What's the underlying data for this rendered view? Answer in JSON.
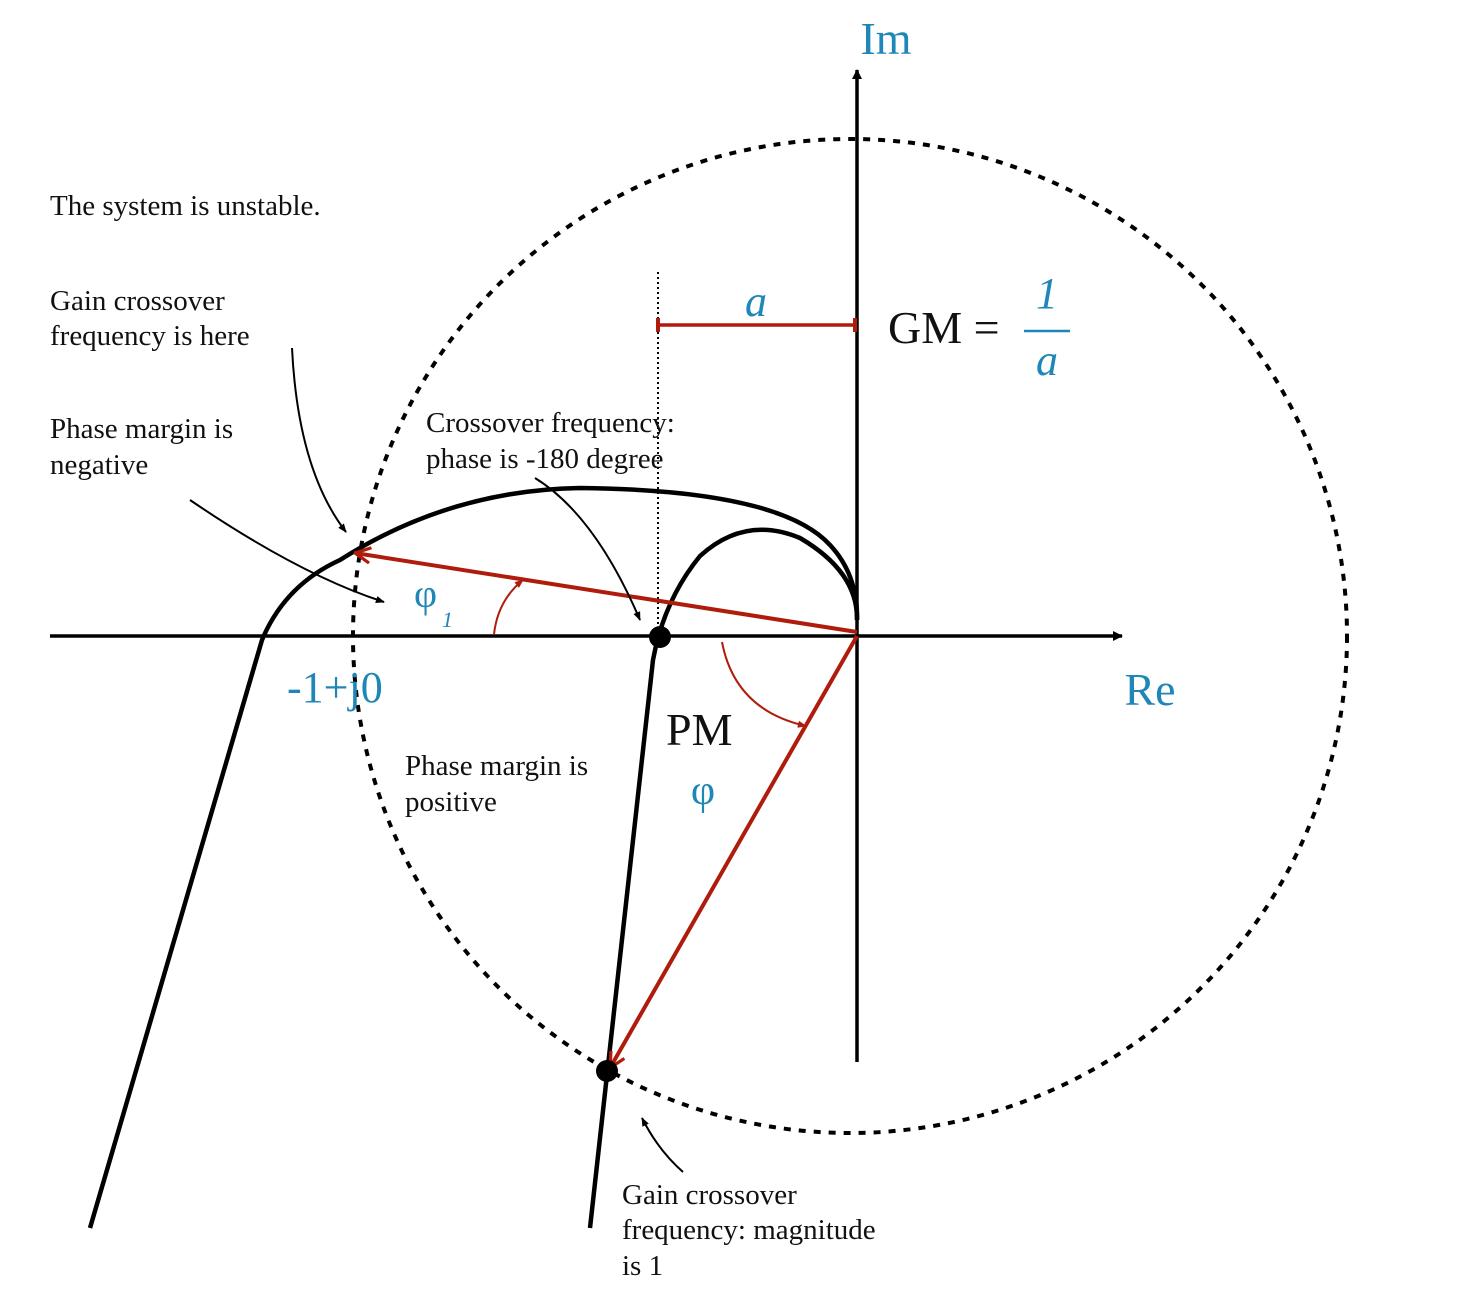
{
  "colors": {
    "curve": "#000000",
    "accent_red": "#b01c0c",
    "label_blue": "#1f86b8",
    "text": "#111111"
  },
  "axes": {
    "real_label": "Re",
    "imag_label": "Im"
  },
  "point_label": "-1+j0",
  "gain_margin": {
    "distance_label": "a",
    "formula_prefix": "GM =",
    "numerator": "1",
    "denominator": "a"
  },
  "phase_margin": {
    "label": "PM",
    "symbol": "φ",
    "negative_symbol": "φ",
    "negative_subscript": "1"
  },
  "notes": {
    "unstable": "The system is unstable.",
    "gain_crossover_here": [
      "Gain crossover",
      "frequency is here"
    ],
    "phase_margin_negative": [
      "Phase margin is",
      "negative"
    ],
    "crossover_phase": [
      "Crossover frequency:",
      "phase is -180 degree"
    ],
    "phase_margin_positive": [
      "Phase margin is",
      "positive"
    ],
    "gain_crossover_magnitude": [
      "Gain crossover",
      "frequency: magnitude",
      "is 1"
    ]
  }
}
